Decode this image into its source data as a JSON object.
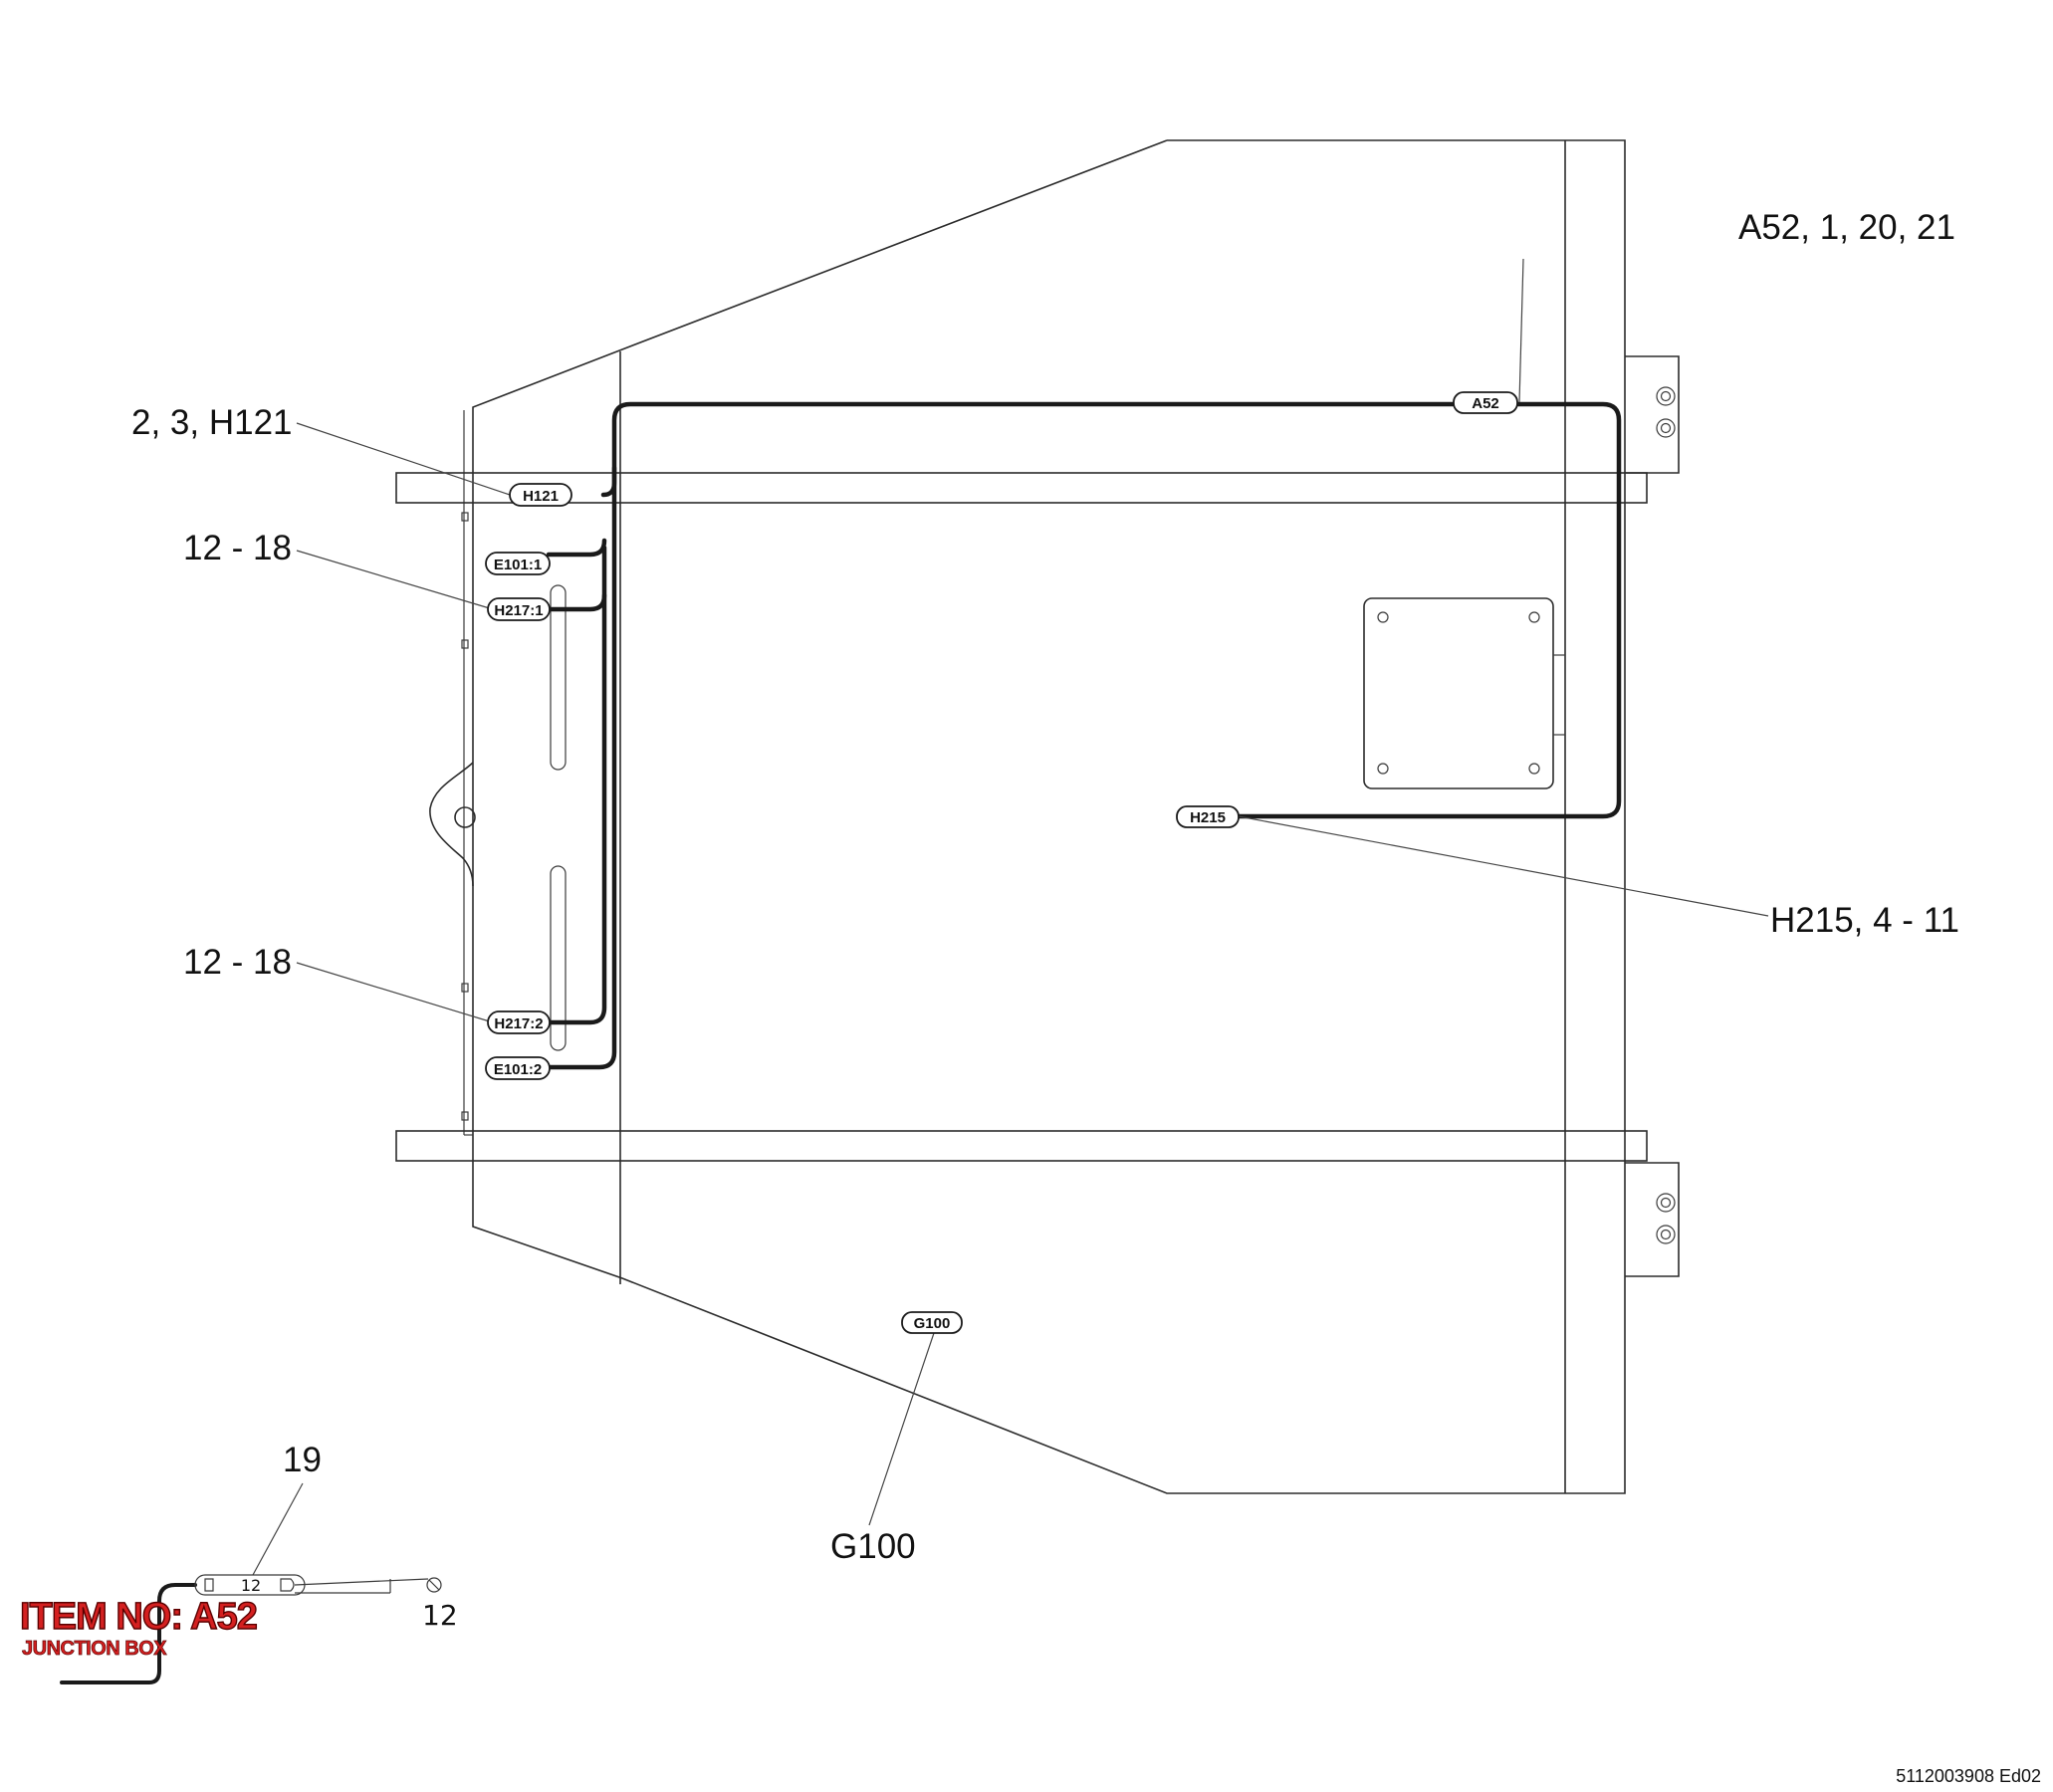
{
  "doc_number": "5112003908 Ed02",
  "callouts": {
    "a52": "A52, 1, 20, 21",
    "h121": "2, 3, H121",
    "h217_1": "12 - 18",
    "h217_2": "12 - 18",
    "h215": "H215, 4 - 11",
    "g100": "G100",
    "item19": "19"
  },
  "tags": {
    "a52": "A52",
    "h121": "H121",
    "e101_1": "E101:1",
    "h217_1": "H217:1",
    "h215": "H215",
    "h217_2": "H217:2",
    "e101_2": "E101:2",
    "g100": "G100"
  },
  "item": {
    "title": "ITEM NO: A52",
    "subtitle": "JUNCTION BOX",
    "connector_label": "12",
    "connector_callout": "12"
  },
  "colors": {
    "line": "#2b2b2b",
    "harness": "#1a1a1a",
    "item_title": "#d42020"
  }
}
